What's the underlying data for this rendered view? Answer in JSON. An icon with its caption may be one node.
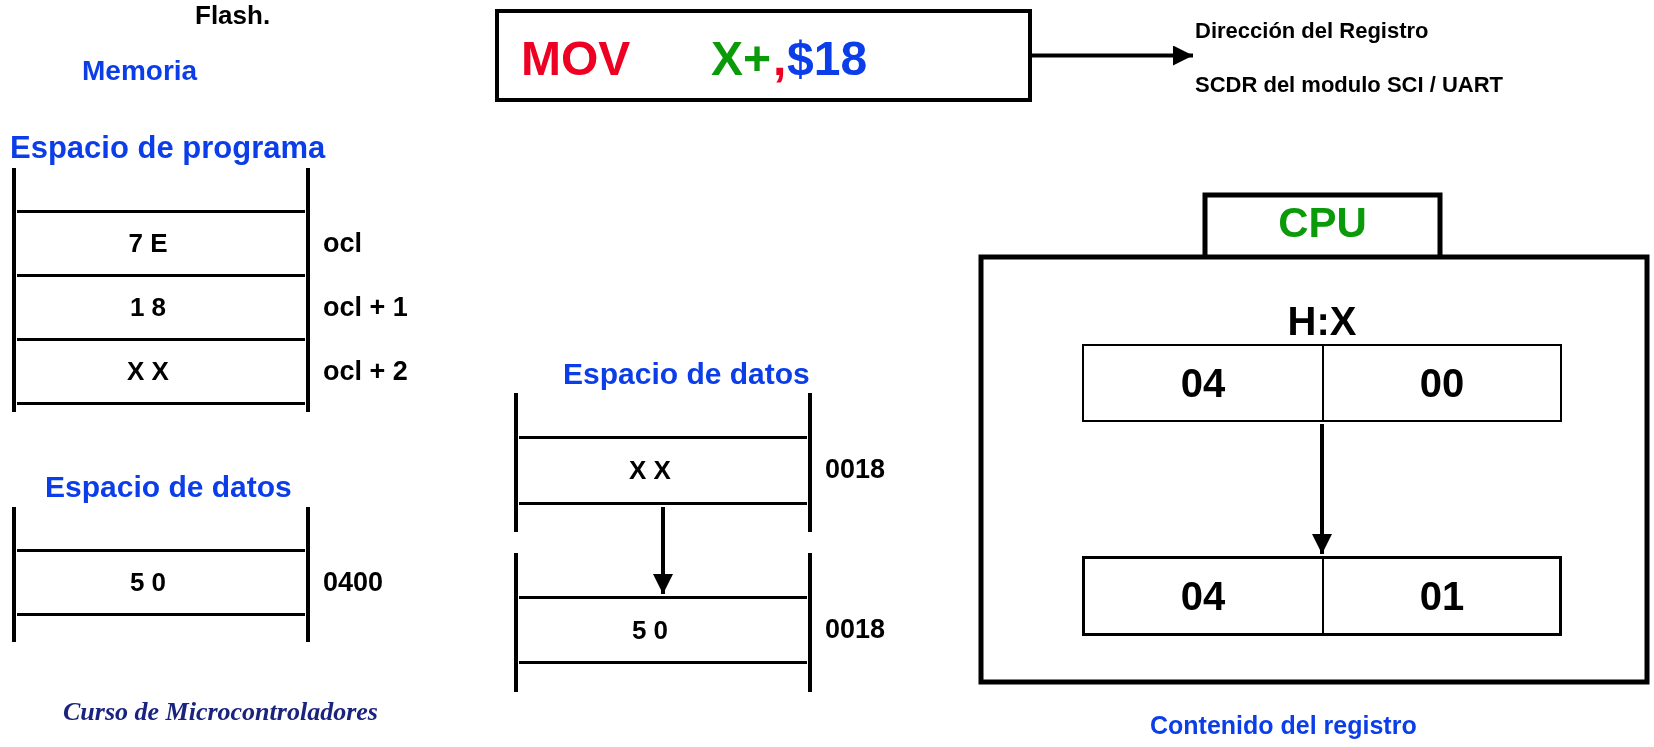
{
  "diagram": {
    "nodes": [
      {
        "text": [
          "MOV",
          "X+",
          ",",
          "$18"
        ]
      },
      {
        "text": [
          "Dirección del Registro",
          "SCDR del modulo SCI / UART"
        ]
      },
      {
        "text": [
          "7 E"
        ],
        "beside": [
          "ocl"
        ]
      },
      {
        "text": [
          "1 8"
        ],
        "beside": [
          "ocl + 1"
        ]
      },
      {
        "text": [
          "X X"
        ],
        "beside": [
          "ocl + 2"
        ]
      },
      {
        "text": [
          "5 0"
        ],
        "beside": [
          "0400"
        ]
      },
      {
        "text": [
          "X X"
        ],
        "beside": [
          "0018"
        ]
      },
      {
        "text": [
          "5 0"
        ],
        "beside": [
          "0018"
        ]
      },
      {
        "text": [
          "CPU"
        ]
      },
      {
        "text": [
          "H:X"
        ],
        "in": 8
      },
      {
        "text": [
          "04"
        ],
        "in": 9
      },
      {
        "text": [
          "00"
        ],
        "in": 9
      },
      {
        "text": [],
        "shape": "box",
        "in": 8
      },
      {
        "text": [
          "04"
        ],
        "in": 12
      },
      {
        "text": [
          "01"
        ],
        "in": 12
      }
    ],
    "edges": [
      {
        "from": 0,
        "to": 1,
        "arrow": "to"
      },
      {
        "from": 6,
        "to": 7,
        "arrow": "to"
      },
      {
        "from": 9,
        "to": 12,
        "arrow": "to"
      }
    ],
    "labels": [
      "Flash.",
      "Memoria",
      "Espacio de programa",
      "Espacio de datos",
      "Espacio de datos",
      "Curso de Microcontroladores",
      "Contenido del registro"
    ]
  }
}
